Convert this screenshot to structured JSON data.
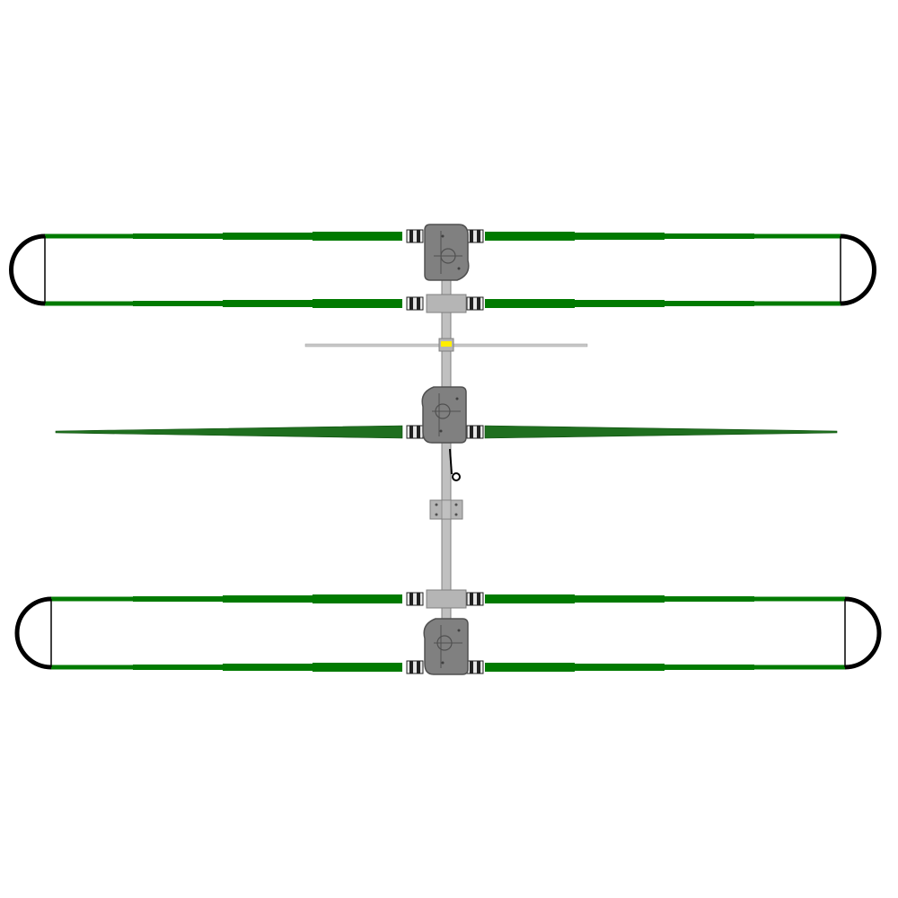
{
  "diagram": {
    "type": "antenna-top-view",
    "colors": {
      "element_green": "#007a00",
      "element_green_dark": "#1f6f1f",
      "loop_end": "#000000",
      "boom": "#c0c0c0",
      "boom_outline": "#808080",
      "hub": "#808080",
      "hub_outline": "#505050",
      "bracket": "#b5b5b5",
      "director": "#c8c8c8",
      "marker": "#ffee00",
      "connector": "#222222"
    },
    "parts": [
      {
        "name": "reflector-loop-rear",
        "kind": "loop"
      },
      {
        "name": "director-rod",
        "kind": "rod"
      },
      {
        "name": "driven-element",
        "kind": "tapered-element"
      },
      {
        "name": "mounting-bracket",
        "kind": "bracket"
      },
      {
        "name": "reflector-loop-front",
        "kind": "loop"
      },
      {
        "name": "boom",
        "kind": "boom"
      }
    ]
  }
}
